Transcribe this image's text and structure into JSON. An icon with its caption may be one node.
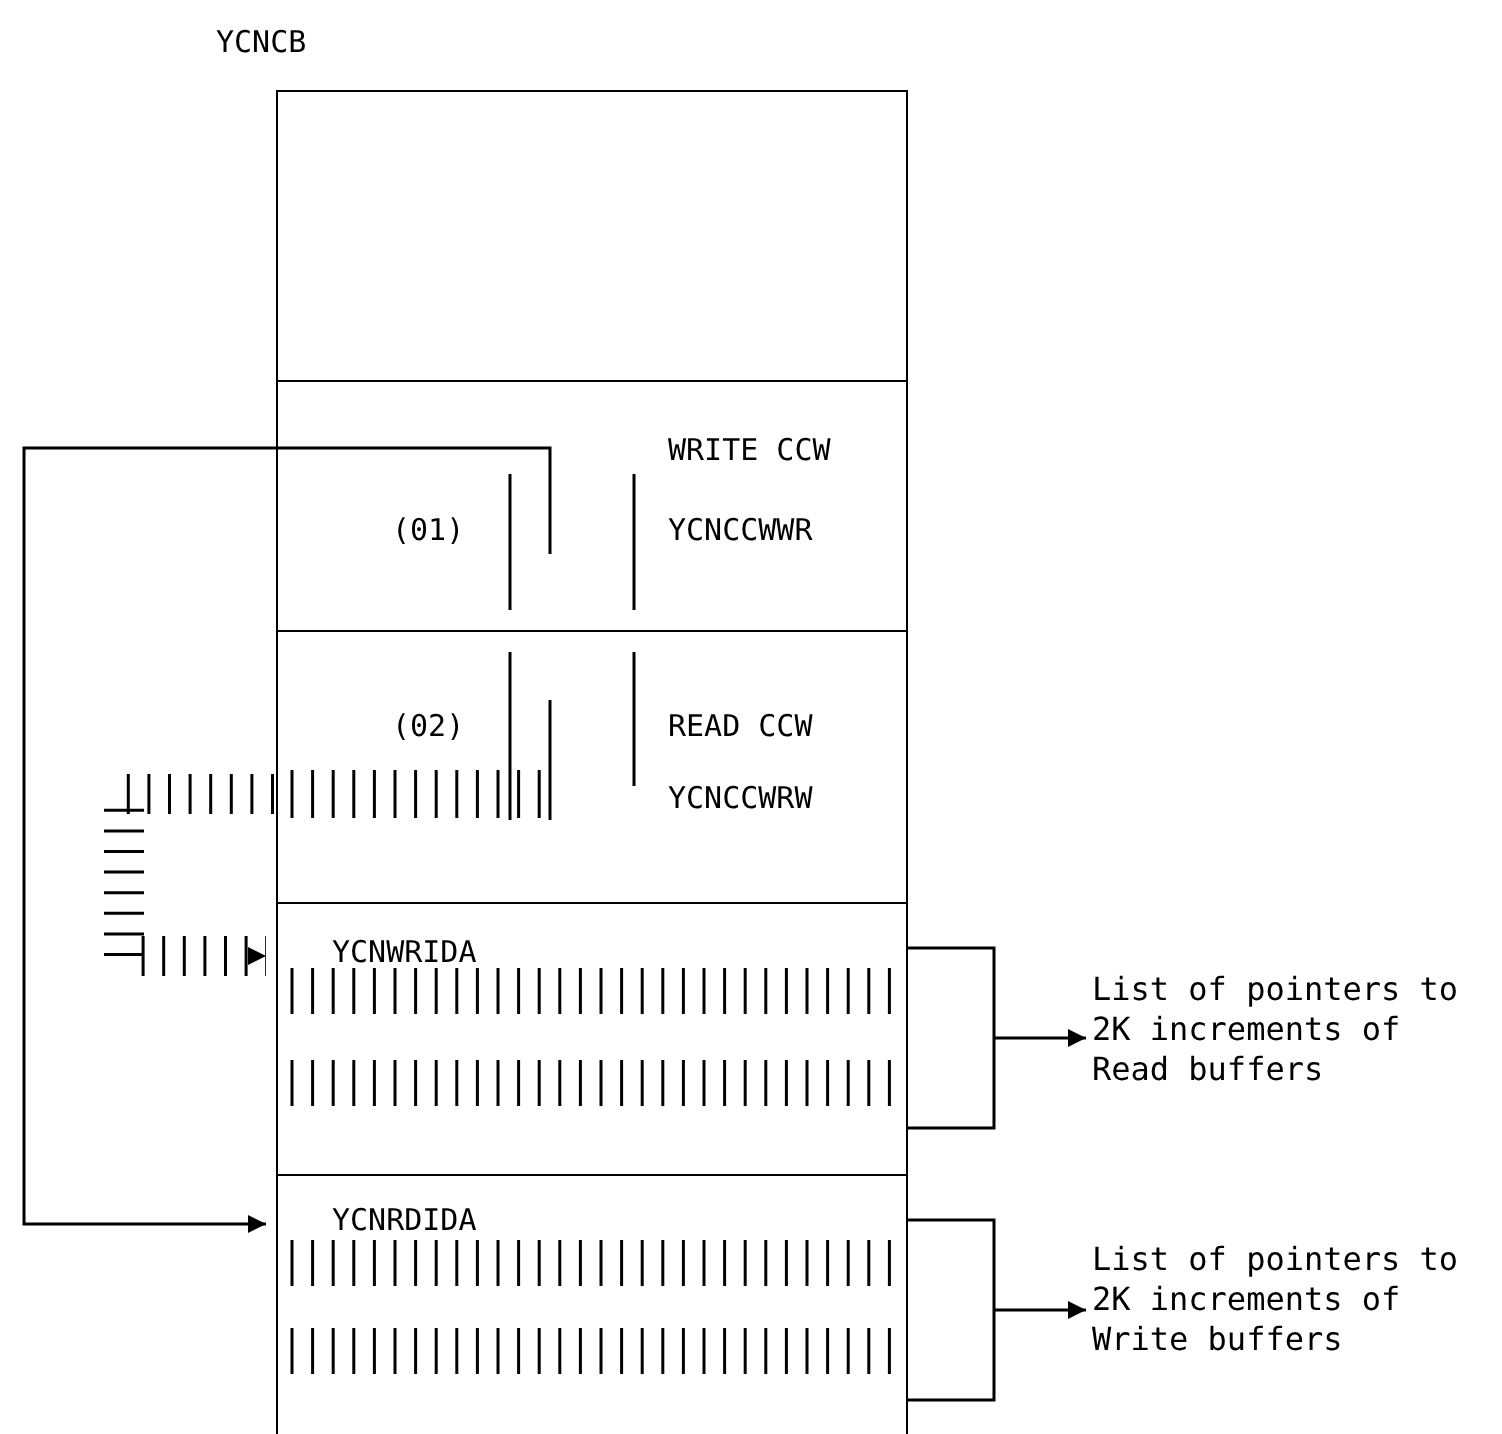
{
  "diagram": {
    "nodes": [
      {
        "text": [
          "YCNCB"
        ]
      },
      {
        "text": [],
        "shape": "box",
        "in": 0
      },
      {
        "text": [
          "WRITE CCW",
          "(01)",
          "YCNCCWWR"
        ],
        "in": 0
      },
      {
        "text": [
          "(02)",
          "READ CCW",
          "YCNCCWRW"
        ],
        "in": 0
      },
      {
        "text": [
          "YCNWRIDA"
        ],
        "in": 0
      },
      {
        "text": [
          "YCNRDIDA"
        ],
        "in": 0
      },
      {
        "text": [
          "List of pointers to 2K increments of Read buffers"
        ]
      },
      {
        "text": [
          "List of pointers to 2K increments of Write buffers"
        ]
      }
    ],
    "edges": [
      {
        "from": 2,
        "to": 5,
        "arrow": "to"
      },
      {
        "from": 3,
        "to": 4,
        "arrow": "to",
        "style": "dashed"
      },
      {
        "from": 4,
        "to": 6,
        "arrow": "to"
      },
      {
        "from": 5,
        "to": 7,
        "arrow": "to"
      }
    ]
  }
}
